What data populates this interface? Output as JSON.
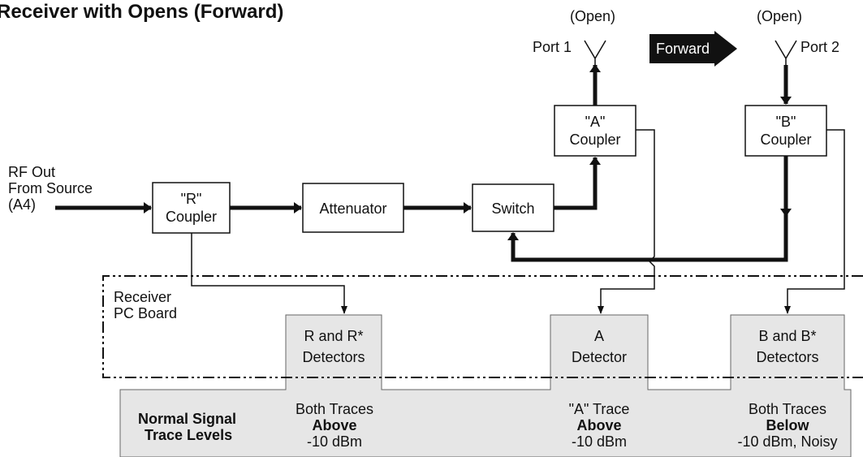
{
  "title": "B Receiver with Opens (Forward)",
  "ports": {
    "port1": {
      "open": "(Open)",
      "label": "Port 1"
    },
    "port2": {
      "open": "(Open)",
      "label": "Port 2"
    }
  },
  "forward_label": "Forward",
  "source": {
    "line1": "RF Out",
    "line2": "From Source",
    "line3": "(A4)"
  },
  "blocks": {
    "r_coupler": {
      "line1": "\"R\"",
      "line2": "Coupler"
    },
    "attenuator": "Attenuator",
    "switch": "Switch",
    "a_coupler": {
      "line1": "\"A\"",
      "line2": "Coupler"
    },
    "b_coupler": {
      "line1": "\"B\"",
      "line2": "Coupler"
    }
  },
  "receiver": {
    "line1": "Receiver",
    "line2": "PC Board"
  },
  "detectors": {
    "r": {
      "line1": "R and R*",
      "line2": "Detectors"
    },
    "a": {
      "line1": "A",
      "line2": "Detector"
    },
    "b": {
      "line1": "B and B*",
      "line2": "Detectors"
    }
  },
  "levels": {
    "heading": {
      "line1": "Normal Signal",
      "line2": "Trace Levels"
    },
    "r": {
      "line1": "Both Traces",
      "line2": "Above",
      "line3": "-10 dBm"
    },
    "a": {
      "line1": "\"A\" Trace",
      "line2": "Above",
      "line3": "-10 dBm"
    },
    "b": {
      "line1": "Both Traces",
      "line2": "Below",
      "line3": "-10 dBm, Noisy"
    }
  }
}
